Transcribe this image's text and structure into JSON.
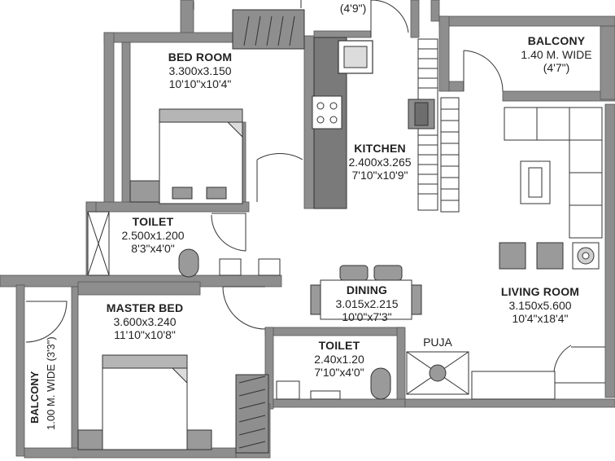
{
  "rooms": {
    "bedroom": {
      "name": "BED ROOM",
      "metric": "3.300x3.150",
      "imperial": "10'10\"x10'4\""
    },
    "kitchen": {
      "name": "KITCHEN",
      "metric": "2.400x3.265",
      "imperial": "7'10\"x10'9\""
    },
    "balcony_top": {
      "name": "BALCONY",
      "metric": "1.40 M. WIDE",
      "imperial": "(4'7\")"
    },
    "toilet_top": {
      "name": "TOILET",
      "metric": "2.500x1.200",
      "imperial": "8'3\"x4'0\""
    },
    "master_bed": {
      "name": "MASTER BED",
      "metric": "3.600x3.240",
      "imperial": "11'10\"x10'8\""
    },
    "dining": {
      "name": "DINING",
      "metric": "3.015x2.215",
      "imperial": "10'0\"x7'3\""
    },
    "living_room": {
      "name": "LIVING ROOM",
      "metric": "3.150x5.600",
      "imperial": "10'4\"x18'4\""
    },
    "toilet_bottom": {
      "name": "TOILET",
      "metric": "2.40x1.20",
      "imperial": "7'10\"x4'0\""
    },
    "puja": {
      "name": "PUJA"
    },
    "balcony_left": {
      "name": "BALCONY",
      "metric": "1.00 M. WIDE (3'3\")"
    },
    "top_fragment": {
      "imperial": "(4'9\")"
    }
  },
  "colors": {
    "wall": "#8e8e8e",
    "wall_dark": "#6e6e6e",
    "line": "#3a3a3a",
    "fixture": "#9a9a9a",
    "background": "#ffffff"
  }
}
